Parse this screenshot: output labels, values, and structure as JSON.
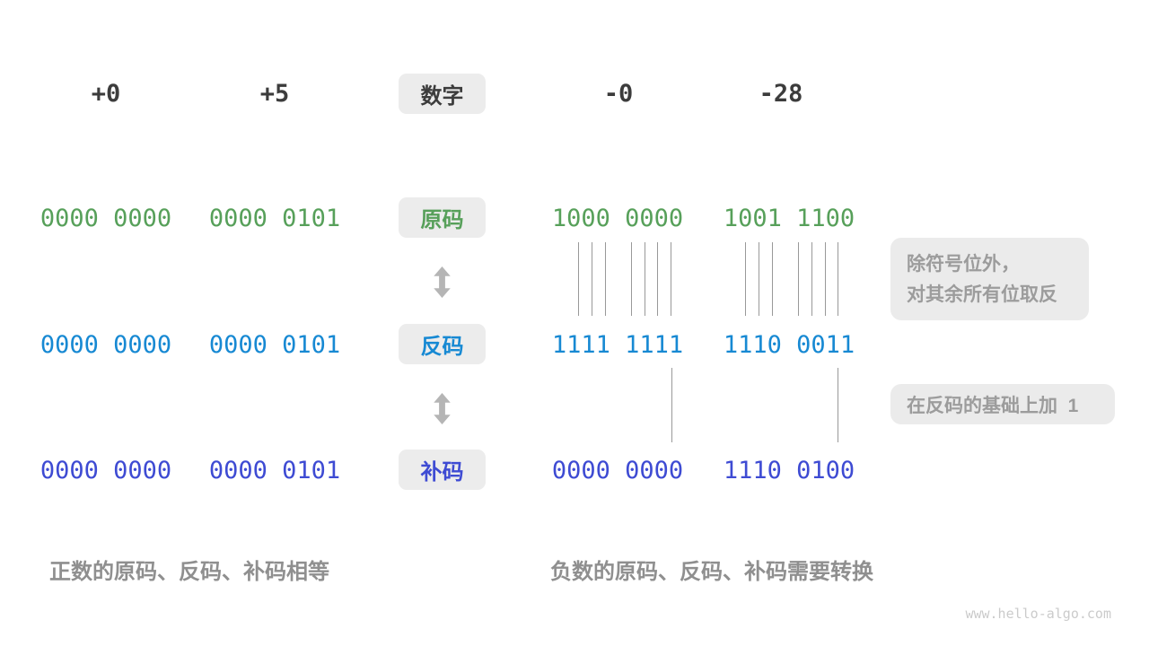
{
  "page": {
    "watermark": "www.hello-algo.com"
  },
  "colors": {
    "header-text": "#3c3c3c",
    "green": "#57a05a",
    "blue": "#1789d3",
    "indigo": "#3e4bd3",
    "badge-bg": "#ececec",
    "note-bg": "#ebebeb",
    "note-text": "#9c9c9c",
    "caption-text": "#8f8f8f",
    "arrow": "#b5b5b5",
    "line": "#999999",
    "watermark": "#cbcbcb"
  },
  "headers": {
    "label": "数字",
    "pos_zero": "+0",
    "pos_five": "+5",
    "neg_zero": "-0",
    "neg_twenty_eight": "-28"
  },
  "rows": [
    {
      "id": "sign_magnitude",
      "badge": "原码",
      "values": [
        "0000 0000",
        "0000 0101",
        "1000 0000",
        "1001 1100"
      ]
    },
    {
      "id": "ones_complement",
      "badge": "反码",
      "values": [
        "0000 0000",
        "0000 0101",
        "1111 1111",
        "1110 0011"
      ]
    },
    {
      "id": "twos_complement",
      "badge": "补码",
      "values": [
        "0000 0000",
        "0000 0101",
        "0000 0000",
        "1110 0100"
      ]
    }
  ],
  "notes": {
    "flip_line1": "除符号位外，",
    "flip_line2": "对其余所有位取反",
    "add_one": "在反码的基础上加  1"
  },
  "captions": {
    "positive": "正数的原码、反码、补码相等",
    "negative": "负数的原码、反码、补码需要转换"
  }
}
